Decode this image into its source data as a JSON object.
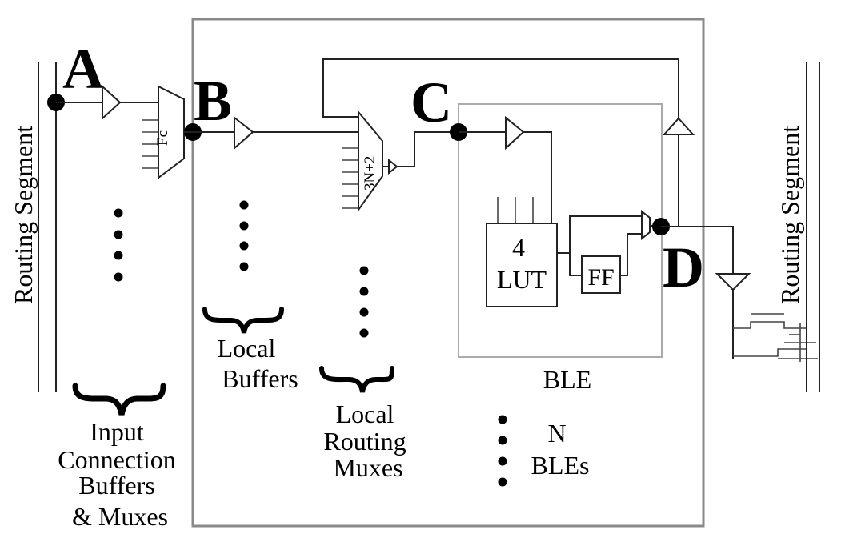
{
  "node_labels": {
    "a": "A",
    "b": "B",
    "c": "C",
    "d": "D"
  },
  "routing_segment_left": "Routing Segment",
  "routing_segment_right": "Routing Segment",
  "fc_mux_label": "Fc",
  "local_mux_label": "3N+2",
  "lut_label": {
    "line1": "4",
    "line2": "LUT"
  },
  "ff_label": "FF",
  "ble_label": "BLE",
  "local_buffers": {
    "line1": "Local",
    "line2": "Buffers"
  },
  "local_routing_muxes": {
    "line1": "Local",
    "line2": "Routing",
    "line3": "Muxes"
  },
  "input_connection": {
    "line1": "Input",
    "line2": "Connection",
    "line3": "Buffers",
    "line4": "& Muxes"
  },
  "n_bles": {
    "line1": "N",
    "line2": "BLEs"
  },
  "colors": {
    "cluster_border": "#8a8a8a",
    "ble_border": "#aaaaaa",
    "wire": "#222222"
  }
}
